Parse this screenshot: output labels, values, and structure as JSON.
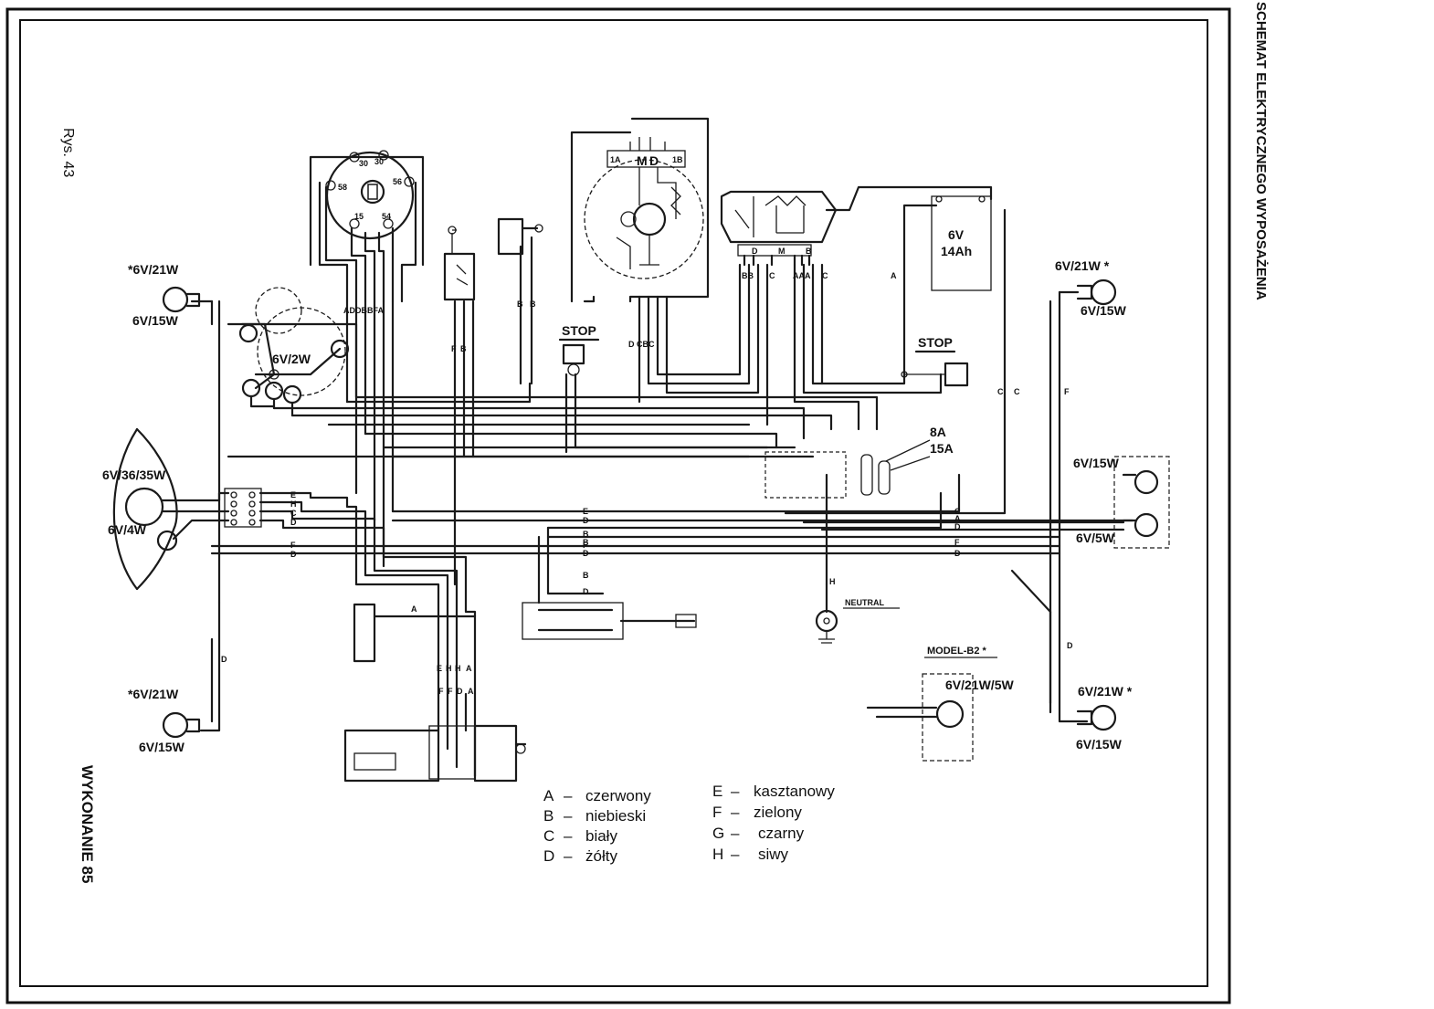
{
  "title": "SCHEMAT ELEKTRYCZNEGO WYPOSAŻENIA",
  "figure_number": "Rys. 43",
  "variant": "WYKONANIE 85",
  "labels": {
    "lamp_front_left_top": "*6V/21W",
    "lamp_front_left_top_sub": "6V/15W",
    "lamp_rear_left_bottom": "*6V/21W",
    "lamp_rear_left_bottom_sub": "6V/15W",
    "headlamp": "6V/36/35W",
    "headlamp_park": "6V/4W",
    "speedo_lamp": "6V/2W",
    "stop_left": "STOP",
    "stop_right": "STOP",
    "battery": "6V",
    "battery_capacity": "14Ah",
    "fuse_a": "8A",
    "fuse_b": "15A",
    "neutral": "NEUTRAL",
    "lamp_right_top": "6V/21W *",
    "lamp_right_top_sub": "6V/15W",
    "tail_lamp": "6V/15W",
    "tail_lamp_sub": "6V/5W",
    "lamp_right_bottom": "6V/21W *",
    "lamp_right_bottom_sub": "6V/15W",
    "model_b2": "MODEL-B2 *",
    "model_b2_lamp": "6V/21W/5W"
  },
  "switch_terminals": [
    "30",
    "30",
    "58",
    "56",
    "15",
    "54"
  ],
  "generator_terminals": [
    "1A",
    "M",
    "D",
    "1B"
  ],
  "regulator_terminals": [
    "D",
    "M",
    "B"
  ],
  "switch_wires": "ADDBBFA",
  "regulator_wires": {
    "left": "BB",
    "mid": "C",
    "right": "AAA",
    "far": "C"
  },
  "bus_letters": {
    "left_upper": [
      "E",
      "H",
      "C",
      "D"
    ],
    "left_lower": [
      "F",
      "D"
    ],
    "mid_a": [
      "E",
      "D"
    ],
    "mid_b": [
      "B",
      "B",
      "F",
      "D"
    ],
    "right": [
      "C",
      "A",
      "D",
      "F",
      "D"
    ],
    "gen_wires": "D  CBC",
    "vert_misc": [
      "F",
      "B",
      "B",
      "B",
      "A",
      "C",
      "C",
      "F",
      "D",
      "D",
      "H"
    ],
    "bottom_bundle": [
      "E",
      "H",
      "H",
      "A",
      "F",
      "F",
      "D",
      "A"
    ],
    "cdi_wires": [
      "B",
      "D"
    ],
    "model_wire": "A"
  },
  "legend": [
    {
      "code": "A",
      "name": "czerwony"
    },
    {
      "code": "B",
      "name": "niebieski"
    },
    {
      "code": "C",
      "name": "biały"
    },
    {
      "code": "D",
      "name": "żółty"
    },
    {
      "code": "E",
      "name": "kasztanowy"
    },
    {
      "code": "F",
      "name": "zielony"
    },
    {
      "code": "G",
      "name": "czarny"
    },
    {
      "code": "H",
      "name": "siwy"
    }
  ],
  "legend_separator": "–"
}
